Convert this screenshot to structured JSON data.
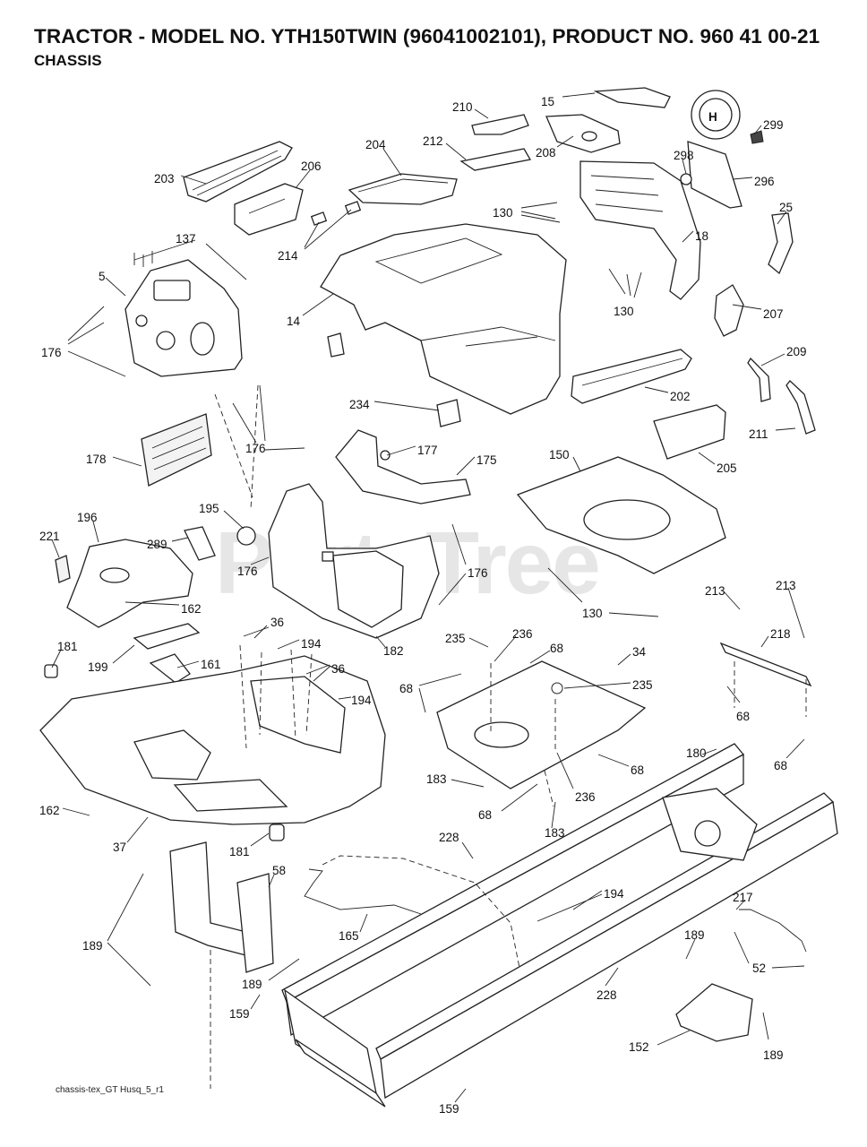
{
  "header": {
    "title": "TRACTOR - MODEL NO. YTH150TWIN (96041002101), PRODUCT NO. 960 41 00-21",
    "subtitle": "CHASSIS"
  },
  "watermark": {
    "text": "PartsTree",
    "mark": "TM"
  },
  "footer": {
    "note": "chassis-tex_GT Husq_5_r1"
  },
  "logo": {
    "letter": "H"
  },
  "callouts": [
    {
      "id": "c15",
      "text": "15"
    },
    {
      "id": "c210",
      "text": "210"
    },
    {
      "id": "c299",
      "text": "299"
    },
    {
      "id": "c204",
      "text": "204"
    },
    {
      "id": "c212",
      "text": "212"
    },
    {
      "id": "c208",
      "text": "208"
    },
    {
      "id": "c298",
      "text": "298"
    },
    {
      "id": "c296",
      "text": "296"
    },
    {
      "id": "c203",
      "text": "203"
    },
    {
      "id": "c206",
      "text": "206"
    },
    {
      "id": "c130a",
      "text": "130"
    },
    {
      "id": "c25",
      "text": "25"
    },
    {
      "id": "c18",
      "text": "18"
    },
    {
      "id": "c137",
      "text": "137"
    },
    {
      "id": "c214",
      "text": "214"
    },
    {
      "id": "c5",
      "text": "5"
    },
    {
      "id": "c14",
      "text": "14"
    },
    {
      "id": "c130b",
      "text": "130"
    },
    {
      "id": "c207",
      "text": "207"
    },
    {
      "id": "c176a",
      "text": "176"
    },
    {
      "id": "c209",
      "text": "209"
    },
    {
      "id": "c202",
      "text": "202"
    },
    {
      "id": "c234",
      "text": "234"
    },
    {
      "id": "c211",
      "text": "211"
    },
    {
      "id": "c176b",
      "text": "176"
    },
    {
      "id": "c177",
      "text": "177"
    },
    {
      "id": "c178",
      "text": "178"
    },
    {
      "id": "c150",
      "text": "150"
    },
    {
      "id": "c175",
      "text": "175"
    },
    {
      "id": "c205",
      "text": "205"
    },
    {
      "id": "c196",
      "text": "196"
    },
    {
      "id": "c195",
      "text": "195"
    },
    {
      "id": "c221",
      "text": "221"
    },
    {
      "id": "c289",
      "text": "289"
    },
    {
      "id": "c176c",
      "text": "176"
    },
    {
      "id": "c176d",
      "text": "176"
    },
    {
      "id": "c130c",
      "text": "130"
    },
    {
      "id": "c162a",
      "text": "162"
    },
    {
      "id": "c213a",
      "text": "213"
    },
    {
      "id": "c213b",
      "text": "213"
    },
    {
      "id": "c181a",
      "text": "181"
    },
    {
      "id": "c36a",
      "text": "36"
    },
    {
      "id": "c182",
      "text": "182"
    },
    {
      "id": "c218",
      "text": "218"
    },
    {
      "id": "c199",
      "text": "199"
    },
    {
      "id": "c194a",
      "text": "194"
    },
    {
      "id": "c235a",
      "text": "235"
    },
    {
      "id": "c236a",
      "text": "236"
    },
    {
      "id": "c68a",
      "text": "68"
    },
    {
      "id": "c34",
      "text": "34"
    },
    {
      "id": "c161",
      "text": "161"
    },
    {
      "id": "c36b",
      "text": "36"
    },
    {
      "id": "c68b",
      "text": "68"
    },
    {
      "id": "c235b",
      "text": "235"
    },
    {
      "id": "c194b",
      "text": "194"
    },
    {
      "id": "c68c",
      "text": "68"
    },
    {
      "id": "c180",
      "text": "180"
    },
    {
      "id": "c68d",
      "text": "68"
    },
    {
      "id": "c68e",
      "text": "68"
    },
    {
      "id": "c183a",
      "text": "183"
    },
    {
      "id": "c236b",
      "text": "236"
    },
    {
      "id": "c162b",
      "text": "162"
    },
    {
      "id": "c68f",
      "text": "68"
    },
    {
      "id": "c183b",
      "text": "183"
    },
    {
      "id": "c37",
      "text": "37"
    },
    {
      "id": "c228a",
      "text": "228"
    },
    {
      "id": "c181b",
      "text": "181"
    },
    {
      "id": "c58",
      "text": "58"
    },
    {
      "id": "c194c",
      "text": "194"
    },
    {
      "id": "c217",
      "text": "217"
    },
    {
      "id": "c165",
      "text": "165"
    },
    {
      "id": "c189a",
      "text": "189"
    },
    {
      "id": "c189b",
      "text": "189"
    },
    {
      "id": "c52",
      "text": "52"
    },
    {
      "id": "c228b",
      "text": "228"
    },
    {
      "id": "c189c",
      "text": "189"
    },
    {
      "id": "c159a",
      "text": "159"
    },
    {
      "id": "c152",
      "text": "152"
    },
    {
      "id": "c189d",
      "text": "189"
    },
    {
      "id": "c159b",
      "text": "159"
    }
  ]
}
